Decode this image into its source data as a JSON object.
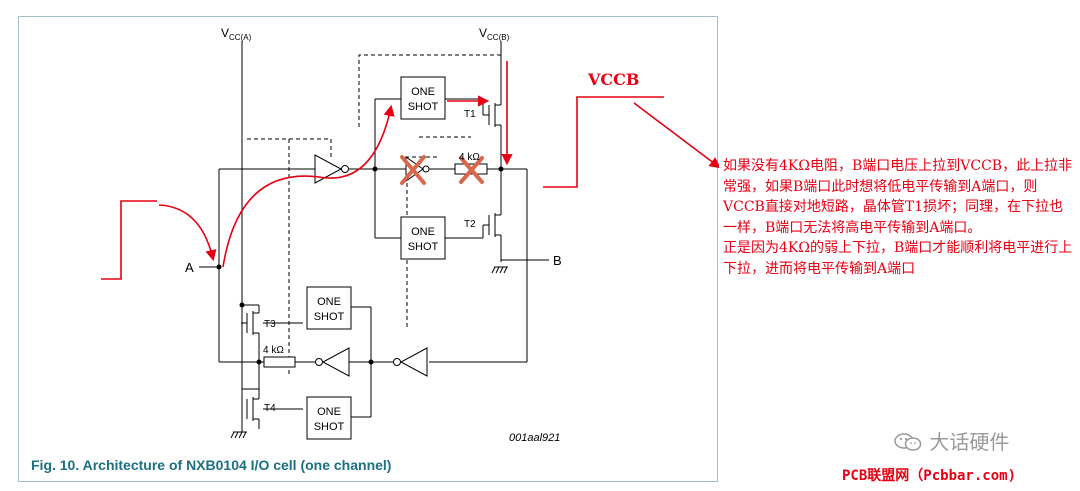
{
  "diagram": {
    "caption": "Fig. 10.  Architecture of NXB0104 I/O cell (one channel)",
    "figure_code": "001aal921",
    "labels": {
      "vcca": "V",
      "vcca_sub": "CC(A)",
      "vccb": "V",
      "vccb_sub": "CC(B)",
      "port_a": "A",
      "port_b": "B",
      "t1": "T1",
      "t2": "T2",
      "t3": "T3",
      "t4": "T4",
      "resistor_top": "4 kΩ",
      "resistor_bottom": "4 kΩ",
      "one_shot_line1": "ONE",
      "one_shot_line2": "SHOT"
    }
  },
  "annotation": {
    "vccb_label": "VCCB",
    "paragraph1": "如果没有4KΩ电阻，B端口电压上拉到VCCB，此上拉非常强，如果B端口此时想将低电平传输到A端口，则VCCB直接对地短路，晶体管T1损坏；同理，在下拉也一样，B端口无法将高电平传输到A端口。",
    "paragraph2": "正是因为4KΩ的弱上下拉，B端口才能顺利将电平进行上下拉，进而将电平传输到A端口"
  },
  "watermark": {
    "text": "大话硬件",
    "icon": "wechat-icon"
  },
  "source": {
    "text": "PCB联盟网（Pcbbar.com)"
  },
  "colors": {
    "annotation": "#e60012",
    "caption": "#1d6f84",
    "cross": "#d9694c"
  }
}
